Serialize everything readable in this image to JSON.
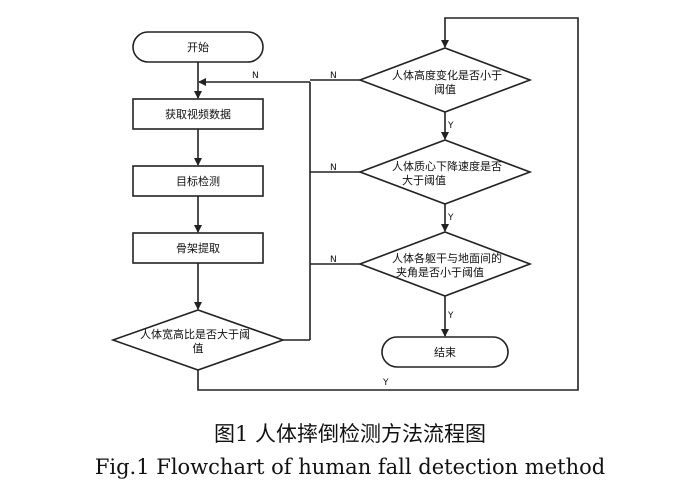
{
  "nodes": {
    "start": "开始",
    "get_video": "获取视频数据",
    "target_detect": "目标检测",
    "skeleton": "骨架提取",
    "ratio_line1": "人体宽高比是否大于阈",
    "ratio_line2": "值",
    "height_line1": "人体高度变化是否小于",
    "height_line2": "阈值",
    "speed_line1": "人体质心下降速度是否",
    "speed_line2": "大于阈值",
    "angle_line1": "人体各躯干与地面间的",
    "angle_line2": "夹角是否小于阈值",
    "end": "结束"
  },
  "edge_labels": {
    "n1": "N",
    "n2": "N",
    "n3": "N",
    "n4": "N",
    "y1": "Y",
    "y2": "Y",
    "y3": "Y",
    "y4": "Y"
  },
  "captions": {
    "cn": "图1 人体摔倒检测方法流程图",
    "en": "Fig.1 Flowchart of human fall detection method"
  }
}
